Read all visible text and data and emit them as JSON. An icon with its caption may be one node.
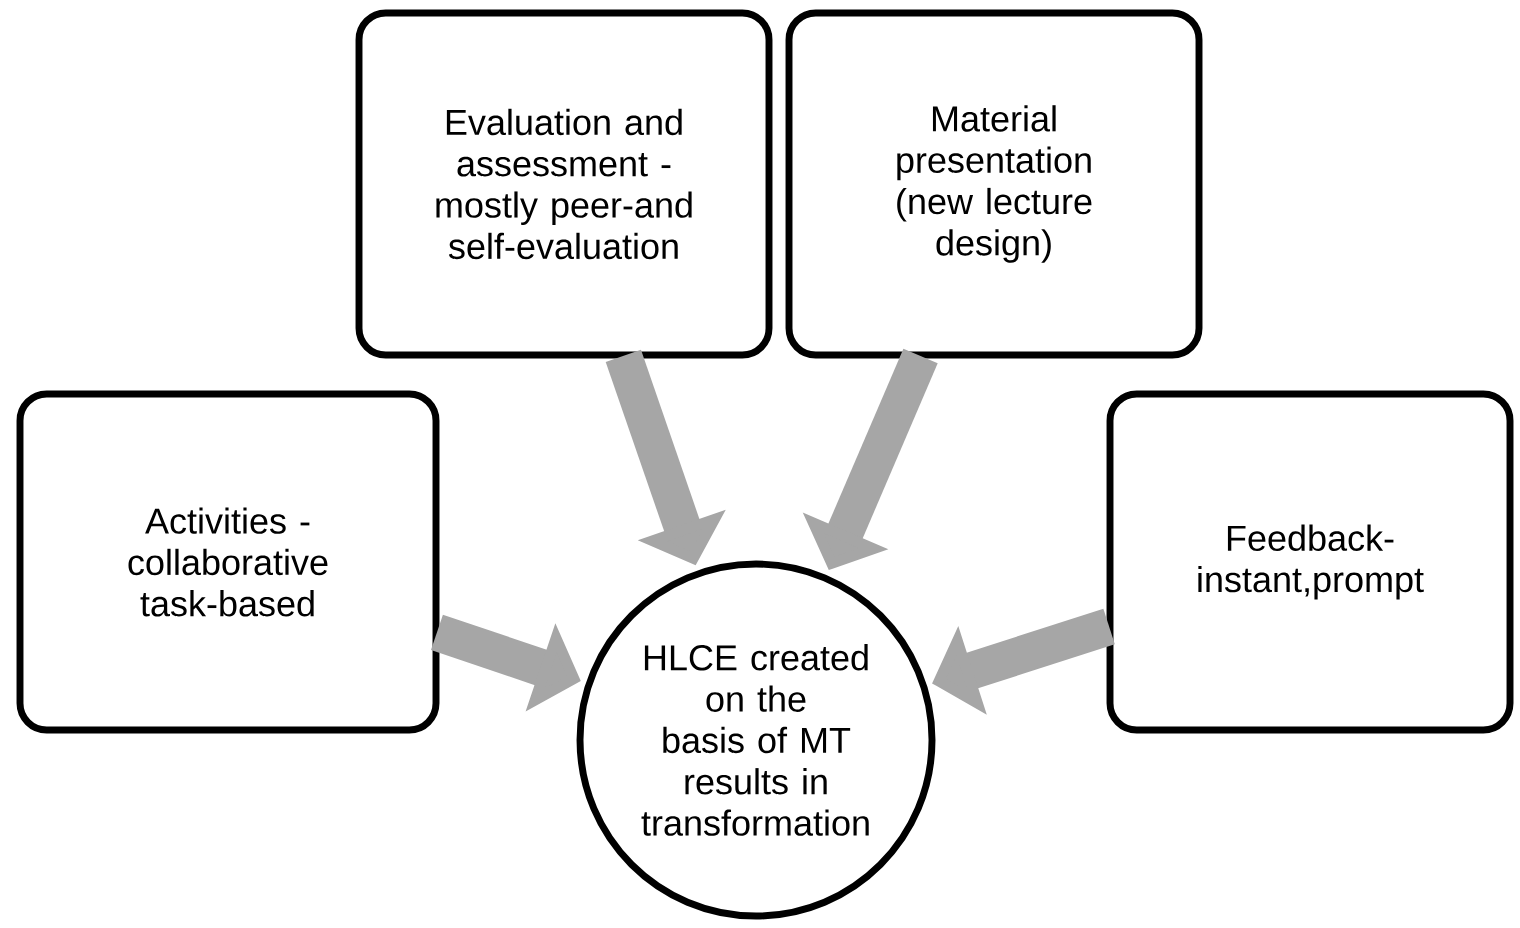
{
  "diagram": {
    "nodes": [
      {
        "text": [
          "Activities - collaborative task-based"
        ]
      },
      {
        "text": [
          "Evaluation and assessment - mostly peer-and self-evaluation"
        ]
      },
      {
        "text": [
          "Material presentation (new lecture design)"
        ]
      },
      {
        "text": [
          "Feedback- instant,prompt"
        ]
      },
      {
        "text": [
          "HLCE created on the basis of MT results in transformation"
        ]
      }
    ],
    "edges": [
      {
        "from": 0,
        "to": 4,
        "arrow": "to"
      },
      {
        "from": 1,
        "to": 4,
        "arrow": "to"
      },
      {
        "from": 2,
        "to": 4,
        "arrow": "to"
      },
      {
        "from": 3,
        "to": 4,
        "arrow": "to"
      }
    ]
  }
}
